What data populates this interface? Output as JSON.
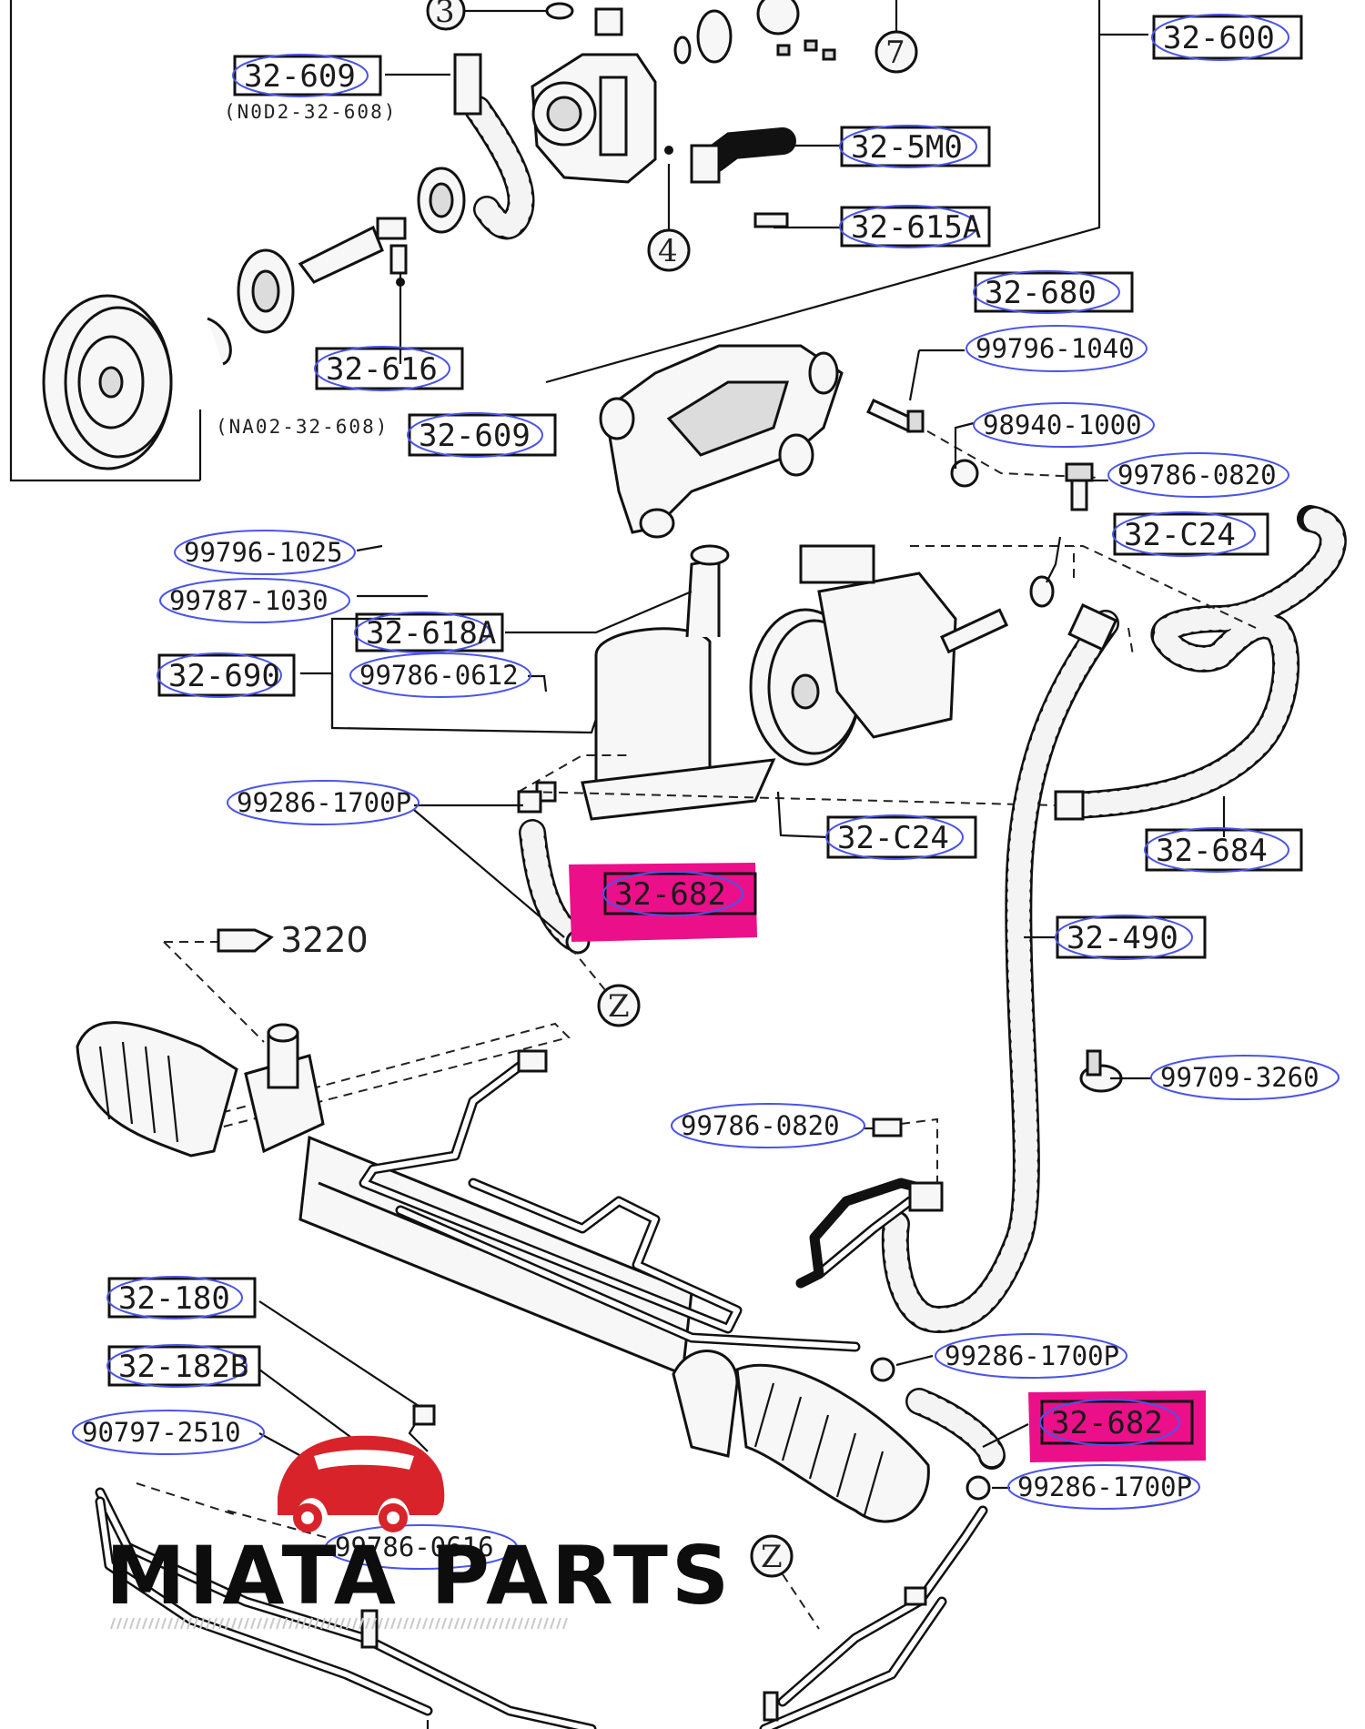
{
  "callouts": [
    {
      "id": "c-32-600",
      "text": "32-600"
    },
    {
      "id": "c-32-609-top",
      "text": "32-609"
    },
    {
      "id": "c-32-5m0",
      "text": "32-5M0"
    },
    {
      "id": "c-32-615a",
      "text": "32-615A"
    },
    {
      "id": "c-32-680",
      "text": "32-680"
    },
    {
      "id": "c-99796-1040",
      "text": "99796-1040"
    },
    {
      "id": "c-32-616",
      "text": "32-616"
    },
    {
      "id": "c-98940-1000",
      "text": "98940-1000"
    },
    {
      "id": "c-32-609-mid",
      "text": "32-609"
    },
    {
      "id": "c-99786-0820-top",
      "text": "99786-0820"
    },
    {
      "id": "c-32-c24-top",
      "text": "32-C24"
    },
    {
      "id": "c-99796-1025",
      "text": "99796-1025"
    },
    {
      "id": "c-99787-1030",
      "text": "99787-1030"
    },
    {
      "id": "c-32-618a",
      "text": "32-618A"
    },
    {
      "id": "c-32-690",
      "text": "32-690"
    },
    {
      "id": "c-99786-0612",
      "text": "99786-0612"
    },
    {
      "id": "c-99286-1700p-top",
      "text": "99286-1700P"
    },
    {
      "id": "c-32-c24-mid",
      "text": "32-C24"
    },
    {
      "id": "c-32-684",
      "text": "32-684"
    },
    {
      "id": "c-32-682-top",
      "text": "32-682"
    },
    {
      "id": "c-32-490",
      "text": "32-490"
    },
    {
      "id": "c-99709-3260",
      "text": "99709-3260"
    },
    {
      "id": "c-99786-0820-mid",
      "text": "99786-0820"
    },
    {
      "id": "c-32-180",
      "text": "32-180"
    },
    {
      "id": "c-32-182b",
      "text": "32-182B"
    },
    {
      "id": "c-99286-1700p-mid",
      "text": "99286-1700P"
    },
    {
      "id": "c-32-682-bot",
      "text": "32-682"
    },
    {
      "id": "c-90797-2510",
      "text": "90797-2510"
    },
    {
      "id": "c-99286-1700p-bot",
      "text": "99286-1700P"
    },
    {
      "id": "c-99786-0616",
      "text": "99786-0616"
    }
  ],
  "notes": {
    "nd02": "(N0D2-32-608)",
    "na02": "(NA02-32-608)",
    "ref_3220": "3220"
  },
  "circled_refs": {
    "three": "3",
    "four": "4",
    "seven": "7",
    "z_top": "Z",
    "z_bottom": "Z"
  },
  "highlighted_parts": [
    "32-682"
  ],
  "colors": {
    "highlight": "#ec0f8a",
    "oval_outline": "#4b54e8",
    "logo_red": "#d8232a"
  },
  "watermark": {
    "brand": "MIATA PARTS",
    "logo_icon": "roadster-car-icon"
  }
}
